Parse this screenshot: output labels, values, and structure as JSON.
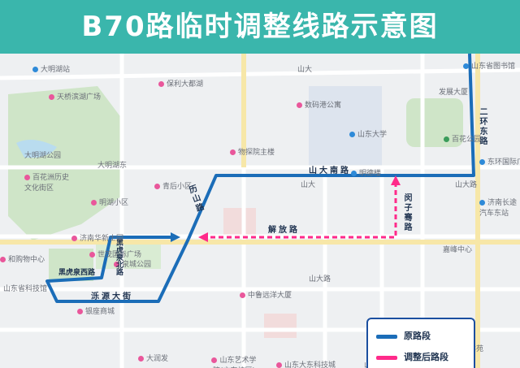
{
  "header": {
    "title": "B70路临时调整线路示意图"
  },
  "colors": {
    "header_bg": "#3ab6ac",
    "original_route": "#1b6db8",
    "adjusted_route": "#ff2a8a",
    "park": "#cfe5c8",
    "map_bg": "#eef0f2"
  },
  "roads": {
    "shanda_south": "山大南路",
    "lishan": "历山路",
    "jiefang": "解放路",
    "minzi": "闵子骞路",
    "erhuan_east": "二环东路",
    "luoyuan": "泺源大街",
    "heihuquan_west": "黑虎泉西路",
    "heihuquan_north": "黑虎泉北路"
  },
  "legend": {
    "original": "原路段",
    "adjusted": "调整后路段"
  },
  "labels": {
    "daminghu": "大明湖站",
    "tianqiao": "天桥滨湖广场",
    "baoli": "保利大都湖",
    "shanda_top": "山大",
    "shandong_library": "山东省图书馆",
    "fazhan": "发展大厦",
    "shuma": "数码港公寓",
    "shandong_univ": "山东大学",
    "baihua": "百花公园",
    "daming_park": "大明湖公园",
    "daming_east": "大明湖东",
    "wuyuan": "物探院主楼",
    "dongtuan": "东环国际广场",
    "baihuazhou": "百花洲历史文化街区",
    "qinghou": "青后小区",
    "shanda_road": "山大路",
    "shanda_mid": "山大",
    "mingde": "明德楼",
    "minghu": "明湖小区",
    "quancheng_station": "济南长途汽车东站",
    "huashanfu": "济南华新士园",
    "shimao": "世茂国际广场",
    "quancheng_park": "泉城公园",
    "hehe_center": "和购物中心",
    "kejiguan": "山东省科技馆",
    "lianhe": "银座商城",
    "zhongtou": "中鲁远洋大厦",
    "shanda_lower": "山大路",
    "jiajiayue": "嘉峰中心",
    "sanqing": "三箭吉祥苑",
    "dadian": "大润发",
    "yiyuan": "山东艺术学院(文东校区)",
    "kejicheng": "山东大东科技城",
    "shandashan": "山大"
  }
}
